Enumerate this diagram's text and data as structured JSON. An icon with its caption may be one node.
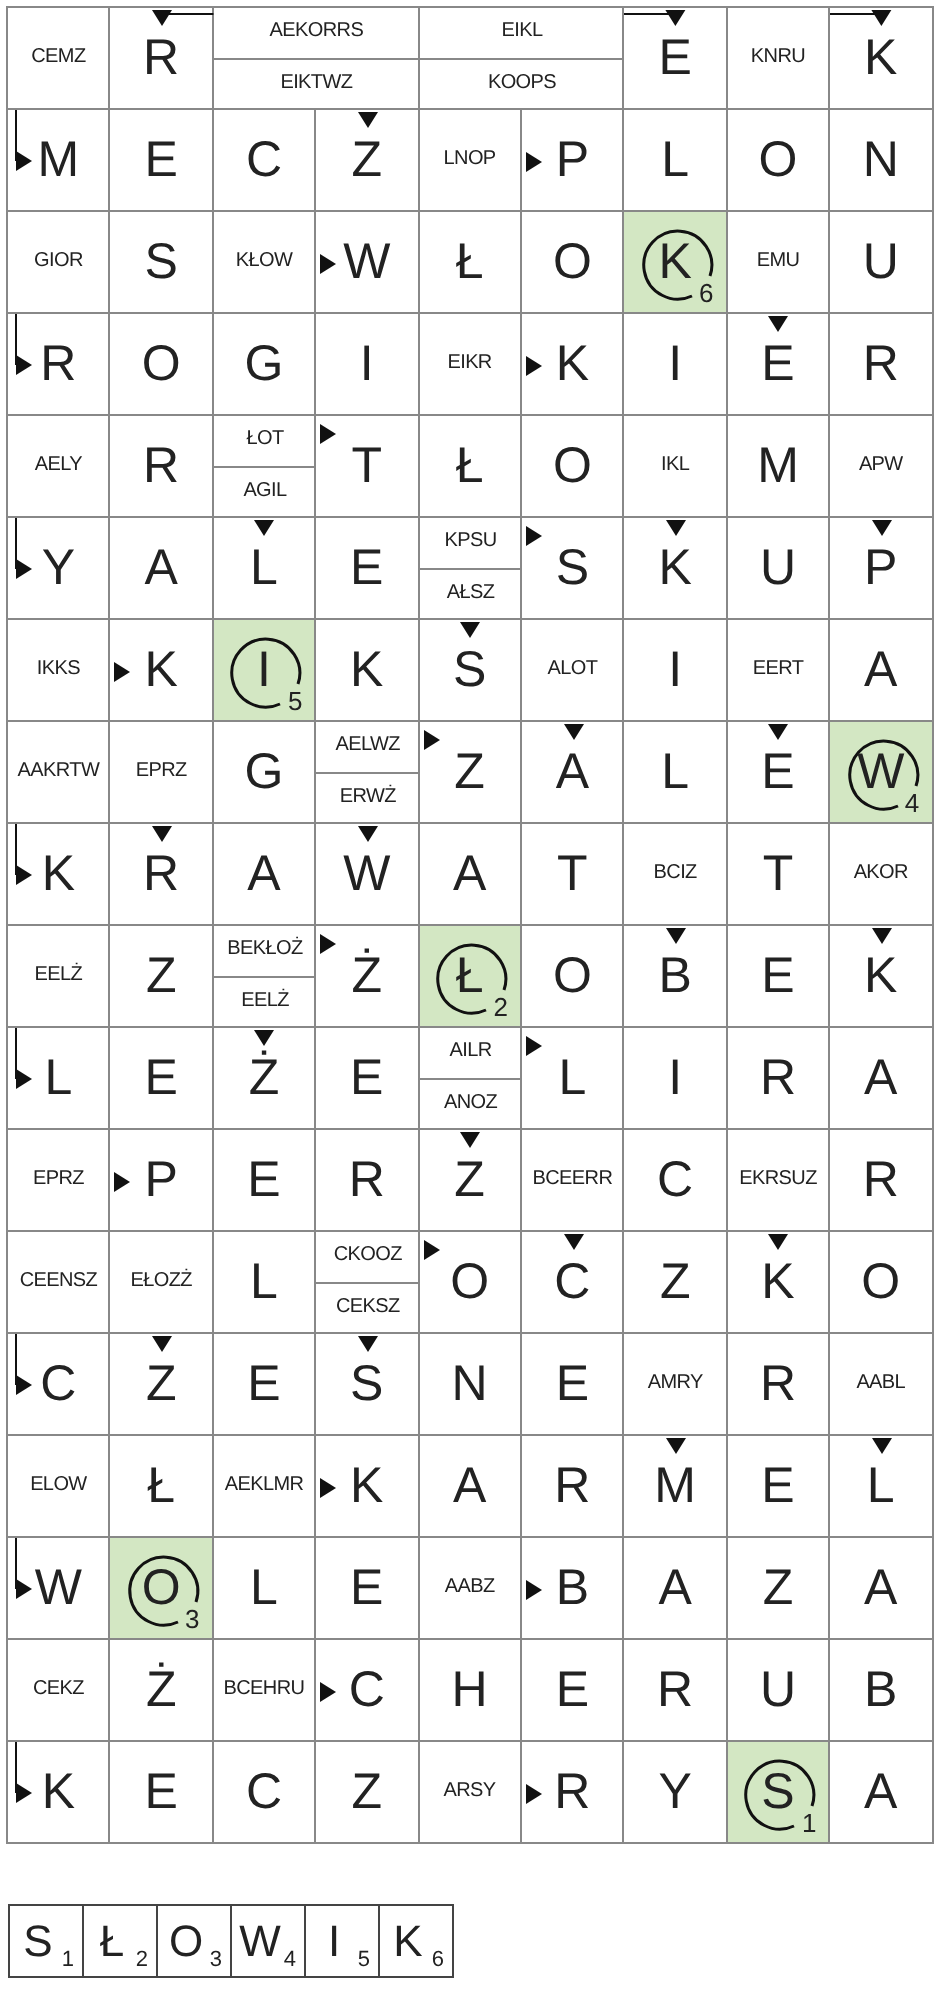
{
  "diagram": {
    "labels": [
      "CEMZ",
      "R",
      "AEKORRS",
      "EIKTWZ",
      "EIKL",
      "KOOPS",
      "E",
      "KNRU",
      "K",
      "M",
      "E",
      "C",
      "Z",
      "LNOP",
      "P",
      "L",
      "O",
      "N",
      "GIOR",
      "S",
      "KŁOW",
      "W",
      "Ł",
      "O",
      "K",
      "6",
      "EMU",
      "U",
      "R",
      "O",
      "G",
      "I",
      "EIKR",
      "K",
      "I",
      "E",
      "R",
      "AELY",
      "R",
      "ŁOT",
      "AGIL",
      "T",
      "Ł",
      "O",
      "IKL",
      "M",
      "APW",
      "Y",
      "A",
      "L",
      "E",
      "KPSU",
      "AŁSZ",
      "S",
      "K",
      "U",
      "P",
      "IKKS",
      "K",
      "I",
      "5",
      "K",
      "S",
      "ALOT",
      "I",
      "EERT",
      "A",
      "AAKRTW",
      "EPRZ",
      "G",
      "AELWZ",
      "ERWŻ",
      "Z",
      "A",
      "L",
      "E",
      "W",
      "4",
      "K",
      "R",
      "A",
      "W",
      "A",
      "T",
      "BCIZ",
      "T",
      "AKOR",
      "EELŻ",
      "Z",
      "BEKŁOŻ",
      "EELŻ",
      "Ż",
      "Ł",
      "2",
      "O",
      "B",
      "E",
      "K",
      "L",
      "E",
      "Ż",
      "E",
      "AILR",
      "ANOZ",
      "L",
      "I",
      "R",
      "A",
      "EPRZ",
      "P",
      "E",
      "R",
      "Z",
      "BCEERR",
      "C",
      "EKRSUZ",
      "R",
      "CEENSZ",
      "EŁOZŻ",
      "L",
      "CKOOZ",
      "CEKSZ",
      "O",
      "C",
      "Z",
      "K",
      "O",
      "C",
      "Z",
      "E",
      "S",
      "N",
      "E",
      "AMRY",
      "R",
      "AABL",
      "ELOW",
      "Ł",
      "AEKLMR",
      "K",
      "A",
      "R",
      "M",
      "E",
      "L",
      "W",
      "O",
      "3",
      "L",
      "E",
      "AABZ",
      "B",
      "A",
      "Z",
      "A",
      "CEKZ",
      "Ż",
      "BCEHRU",
      "C",
      "H",
      "E",
      "R",
      "U",
      "B",
      "K",
      "E",
      "C",
      "Z",
      "ARSY",
      "R",
      "Y",
      "S",
      "1",
      "A",
      "S",
      "1",
      "Ł",
      "2",
      "O",
      "3",
      "W",
      "4",
      "I",
      "5",
      "K",
      "6"
    ]
  }
}
